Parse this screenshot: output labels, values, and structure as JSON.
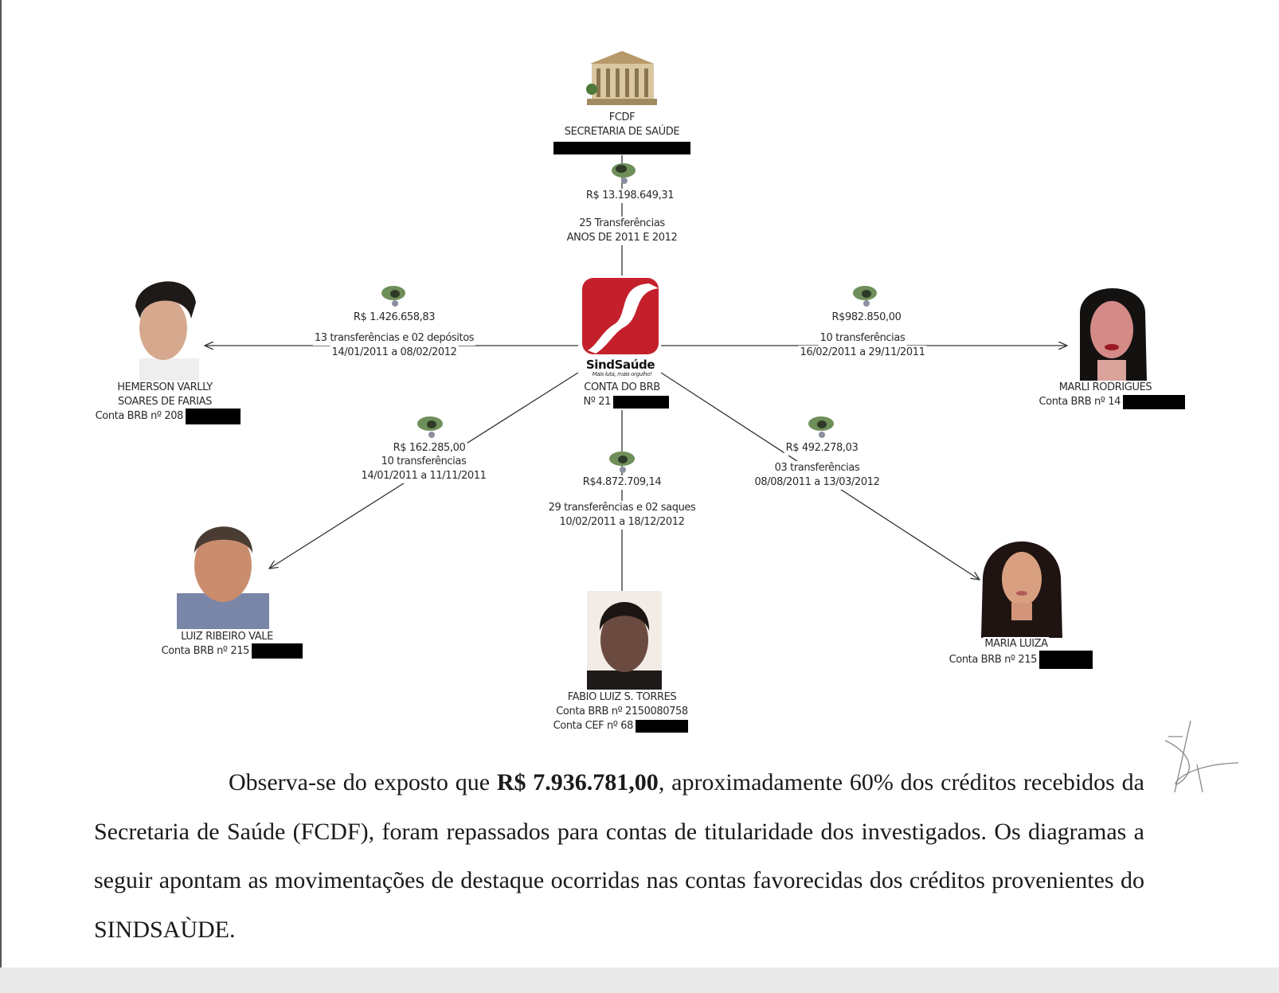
{
  "source": {
    "name_line1": "FCDF",
    "name_line2": "SECRETARIA DE SAÚDE",
    "transfer_amount": "R$ 13.198.649,31",
    "transfer_count": "25 Transferências",
    "transfer_period": "ANOS DE 2011 E 2012"
  },
  "center": {
    "logo_text": "SindSaúde",
    "logo_tagline": "Mais luta, mais orgulho!",
    "account_label": "CONTA DO BRB",
    "account_number": "Nº 21"
  },
  "recipients": [
    {
      "name_line1": "HEMERSON VARLLY",
      "name_line2": "SOARES DE FARIAS",
      "account": "Conta BRB nº 208",
      "amount": "R$ 1.426.658,83",
      "count": "13 transferências e 02 depósitos",
      "period": "14/01/2011 a 08/02/2012"
    },
    {
      "name_line1": "MARLI RODRIGUES",
      "account": "Conta BRB nº 14",
      "amount": "R$982.850,00",
      "count": "10 transferências",
      "period": "16/02/2011 a 29/11/2011"
    },
    {
      "name_line1": "LUIZ RIBEIRO VALE",
      "account": "Conta BRB nº 215",
      "amount": "R$ 162.285,00",
      "count": "10 transferências",
      "period": "14/01/2011 a 11/11/2011"
    },
    {
      "name_line1": "FABIO LUIZ S. TORRES",
      "account": "Conta BRB nº 2150080758",
      "account2": "Conta CEF nº 68",
      "amount": "R$4.872.709,14",
      "count": "29 transferências e 02 saques",
      "period": "10/02/2011 a 18/12/2012"
    },
    {
      "name_line1": "MARIA LUIZA",
      "account": "Conta BRB nº 215",
      "amount": "R$ 492.278,03",
      "count": "03 transferências",
      "period": "08/08/2011 a 13/03/2012"
    }
  ],
  "paragraph": {
    "part1": "Observa-se do exposto que ",
    "bold": "R$ 7.936.781,00",
    "part2": ", aproximadamente 60% dos créditos recebidos da Secretaria de Saúde (FCDF), foram repassados para contas de titularidade dos investigados. Os diagramas a seguir apontam as movimentações de destaque ocorridas nas contas favorecidas dos créditos provenientes do SINDSAÙDE."
  },
  "colors": {
    "logo_red": "#c4202c",
    "text": "#2a2a2a"
  }
}
